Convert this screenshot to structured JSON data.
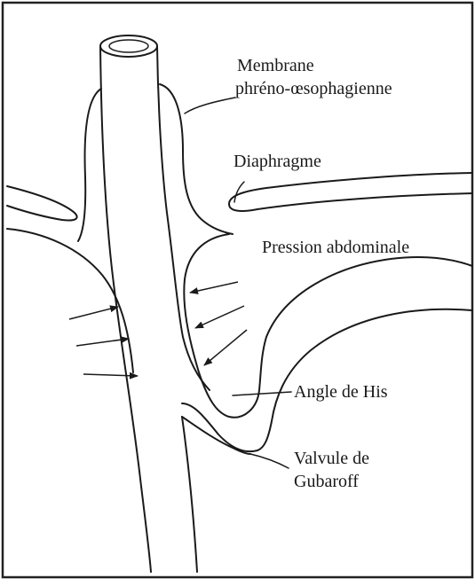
{
  "labels": {
    "membrane_line1": "Membrane",
    "membrane_line2": "phréno-œsophagienne",
    "diaphragme": "Diaphragme",
    "pression": "Pression abdominale",
    "angle": "Angle de His",
    "valvule_line1": "Valvule de",
    "valvule_line2": "Gubaroff"
  }
}
